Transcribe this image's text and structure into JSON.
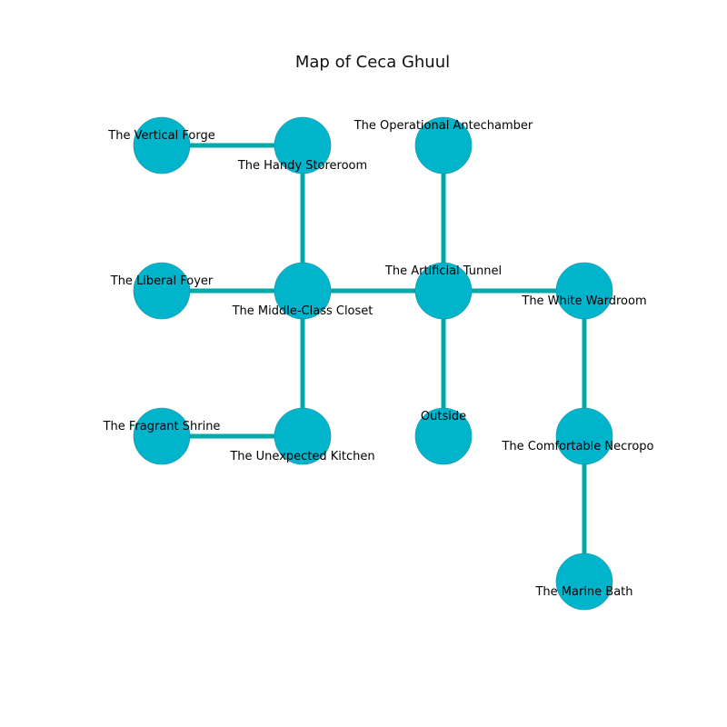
{
  "map": {
    "title": "Map of Ceca Ghuul",
    "colors": {
      "node_fill": "#00b4cc",
      "node_stroke": "#1a8fa0",
      "edge": "#00a8a8"
    },
    "rooms": [
      {
        "id": "vertical-forge",
        "label": "The Vertical Forge"
      },
      {
        "id": "handy-storeroom",
        "label": "The Handy Storeroom"
      },
      {
        "id": "operational-antechamber",
        "label": "The Operational Antechamber"
      },
      {
        "id": "liberal-foyer",
        "label": "The Liberal Foyer"
      },
      {
        "id": "middle-class-closet",
        "label": "The Middle-Class Closet"
      },
      {
        "id": "artificial-tunnel",
        "label": "The Artificial Tunnel"
      },
      {
        "id": "white-wardroom",
        "label": "The White Wardroom"
      },
      {
        "id": "fragrant-shrine",
        "label": "The Fragrant Shrine"
      },
      {
        "id": "unexpected-kitchen",
        "label": "The Unexpected Kitchen"
      },
      {
        "id": "outside",
        "label": "Outside"
      },
      {
        "id": "comfortable-necropolis",
        "label": "The Comfortable Necropolis"
      },
      {
        "id": "marine-bath",
        "label": "The Marine Bath"
      }
    ],
    "connections": [
      [
        "vertical-forge",
        "handy-storeroom"
      ],
      [
        "handy-storeroom",
        "middle-class-closet"
      ],
      [
        "liberal-foyer",
        "middle-class-closet"
      ],
      [
        "middle-class-closet",
        "artificial-tunnel"
      ],
      [
        "middle-class-closet",
        "unexpected-kitchen"
      ],
      [
        "fragrant-shrine",
        "unexpected-kitchen"
      ],
      [
        "operational-antechamber",
        "artificial-tunnel"
      ],
      [
        "artificial-tunnel",
        "white-wardroom"
      ],
      [
        "artificial-tunnel",
        "outside"
      ],
      [
        "white-wardroom",
        "comfortable-necropolis"
      ],
      [
        "comfortable-necropolis",
        "marine-bath"
      ]
    ]
  }
}
